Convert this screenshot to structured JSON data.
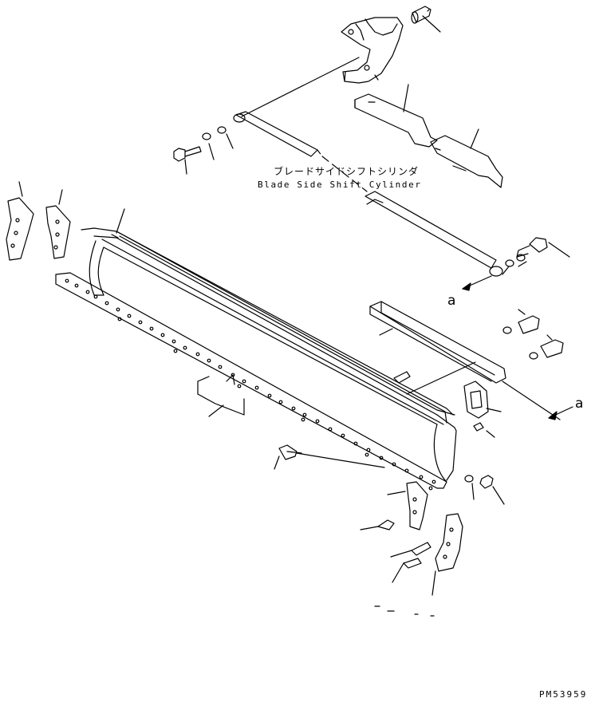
{
  "labels": {
    "cylinder_jp": "ブレードサイドシフトシリンダ",
    "cylinder_en": "Blade Side Shift Cylinder",
    "ref_a_left": "a",
    "ref_a_right": "a",
    "drawing_code": "PM53959"
  },
  "colors": {
    "line": "#000000",
    "background": "#ffffff"
  }
}
